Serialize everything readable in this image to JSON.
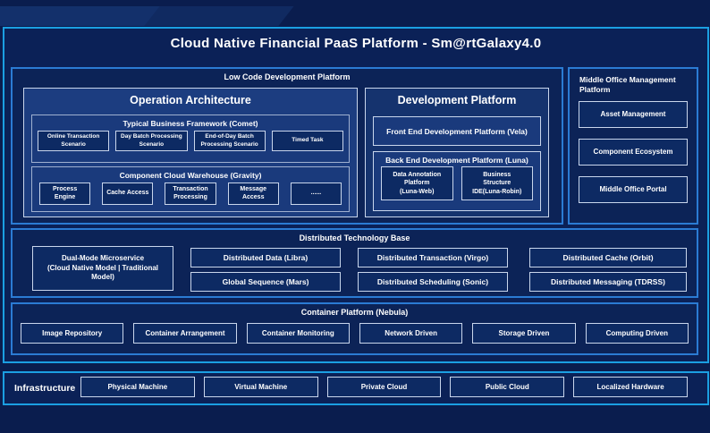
{
  "title": "Cloud Native Financial PaaS Platform - Sm@rtGalaxy4.0",
  "colors": {
    "page_bg": "#0a1d4e",
    "panel_bg": "#0b2157",
    "cyan_border": "#1b9fe2",
    "blue_border": "#2b7bd4",
    "light_border": "#c9d6ec",
    "group_bg": "#1c3d80",
    "leaf_bg": "#0d2a63",
    "text": "#ffffff"
  },
  "low_code": {
    "label": "Low Code Development Platform",
    "operation_architecture": {
      "title": "Operation Architecture",
      "typical_business_framework": {
        "label": "Typical Business Framework (Comet)",
        "items": [
          "Online Transaction Scenario",
          "Day Batch Processing Scenario",
          "End-of-Day Batch Processing Scenario",
          "Timed Task"
        ]
      },
      "component_cloud_warehouse": {
        "label": "Component Cloud Warehouse (Gravity)",
        "items": [
          "Process Engine",
          "Cache Access",
          "Transaction Processing",
          "Message Access",
          "......"
        ]
      }
    },
    "development_platform": {
      "title": "Development Platform",
      "front_end": "Front End Development Platform (Vela)",
      "back_end": {
        "label": "Back End Development Platform (Luna)",
        "items": [
          "Data Annotation\nPlatform\n(Luna-Web)",
          "Business\nStructure\nIDE(Luna-Robin)"
        ]
      }
    }
  },
  "middle_office": {
    "label": "Middle Office Management Platform",
    "items": [
      "Asset Management",
      "Component Ecosystem",
      "Middle Office Portal"
    ]
  },
  "distributed": {
    "label": "Distributed Technology Base",
    "dual_mode": "Dual-Mode Microservice\n(Cloud Native Model | Traditional\nModel)",
    "columns": [
      {
        "rows": [
          "Distributed Data (Libra)",
          "Global Sequence (Mars)"
        ]
      },
      {
        "rows": [
          "Distributed Transaction (Virgo)",
          "Distributed Scheduling (Sonic)"
        ]
      },
      {
        "rows": [
          "Distributed Cache (Orbit)",
          "Distributed Messaging (TDRSS)"
        ]
      }
    ]
  },
  "container_platform": {
    "label": "Container Platform (Nebula)",
    "items": [
      "Image Repository",
      "Container Arrangement",
      "Container Monitoring",
      "Network Driven",
      "Storage Driven",
      "Computing Driven"
    ]
  },
  "infrastructure": {
    "label": "Infrastructure",
    "items": [
      "Physical Machine",
      "Virtual Machine",
      "Private Cloud",
      "Public Cloud",
      "Localized Hardware"
    ]
  }
}
